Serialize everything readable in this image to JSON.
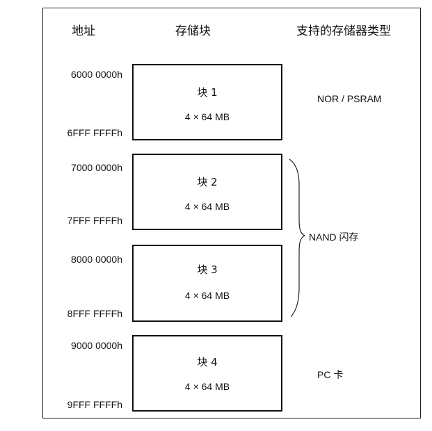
{
  "headers": {
    "address": "地址",
    "block": "存储块",
    "memory_type": "支持的存储器类型"
  },
  "blocks": [
    {
      "start": "6000 0000h",
      "end": "6FFF FFFFh",
      "name": "块 1",
      "size": "4 × 64 MB"
    },
    {
      "start": "7000 0000h",
      "end": "7FFF FFFFh",
      "name": "块 2",
      "size": "4 × 64 MB"
    },
    {
      "start": "8000 0000h",
      "end": "8FFF FFFFh",
      "name": "块 3",
      "size": "4 × 64 MB"
    },
    {
      "start": "9000 0000h",
      "end": "9FFF FFFFh",
      "name": "块 4",
      "size": "4 × 64 MB"
    }
  ],
  "memory_types": {
    "block1": "NOR / PSRAM",
    "block2_3": "NAND 闪存",
    "block4": "PC 卡"
  }
}
